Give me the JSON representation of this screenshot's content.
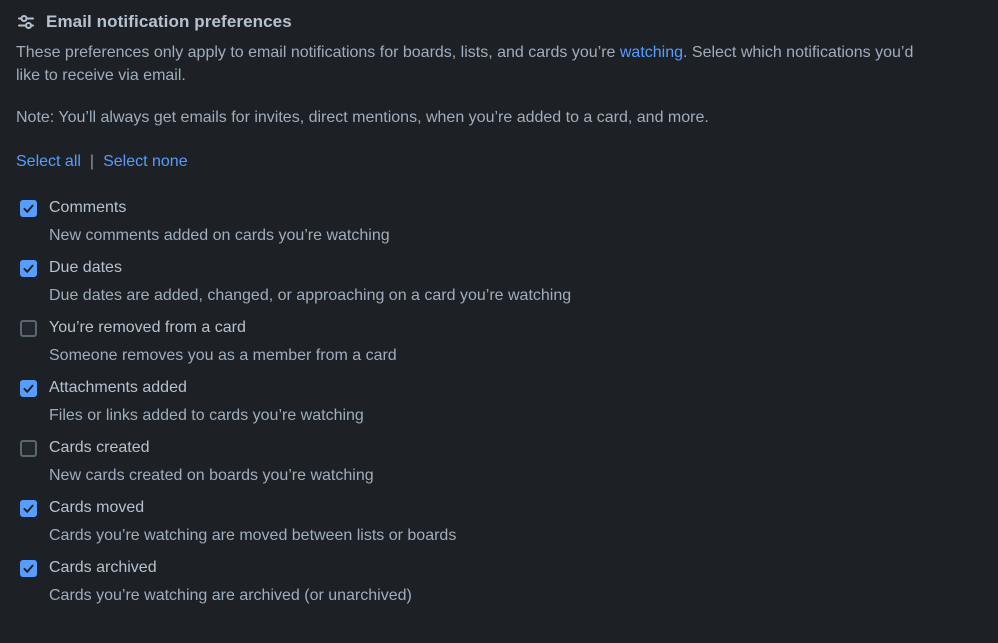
{
  "header": {
    "title": "Email notification preferences",
    "icon": "sliders-icon"
  },
  "intro": {
    "before_link": "These preferences only apply to email notifications for boards, lists, and cards you’re ",
    "link_text": "watching",
    "after_link": ". Select which notifications you’d like to receive via email."
  },
  "note": "Note: You’ll always get emails for invites, direct mentions, when you’re added to a card, and more.",
  "actions": {
    "select_all": "Select all",
    "separator": "|",
    "select_none": "Select none"
  },
  "preferences": [
    {
      "label": "Comments",
      "description": "New comments added on cards you’re watching",
      "checked": true
    },
    {
      "label": "Due dates",
      "description": "Due dates are added, changed, or approaching on a card you’re watching",
      "checked": true
    },
    {
      "label": "You’re removed from a card",
      "description": "Someone removes you as a member from a card",
      "checked": false
    },
    {
      "label": "Attachments added",
      "description": "Files or links added to cards you’re watching",
      "checked": true
    },
    {
      "label": "Cards created",
      "description": "New cards created on boards you’re watching",
      "checked": false
    },
    {
      "label": "Cards moved",
      "description": "Cards you’re watching are moved between lists or boards",
      "checked": true
    },
    {
      "label": "Cards archived",
      "description": "Cards you’re watching are archived (or unarchived)",
      "checked": true
    }
  ],
  "colors": {
    "background": "#1d2125",
    "heading_text": "#b6c2cf",
    "body_text": "#9fadbc",
    "link_accent": "#579dff",
    "checkbox_checked": "#579dff",
    "checkbox_border_unchecked": "#596773",
    "checkmark": "#1d2125"
  }
}
